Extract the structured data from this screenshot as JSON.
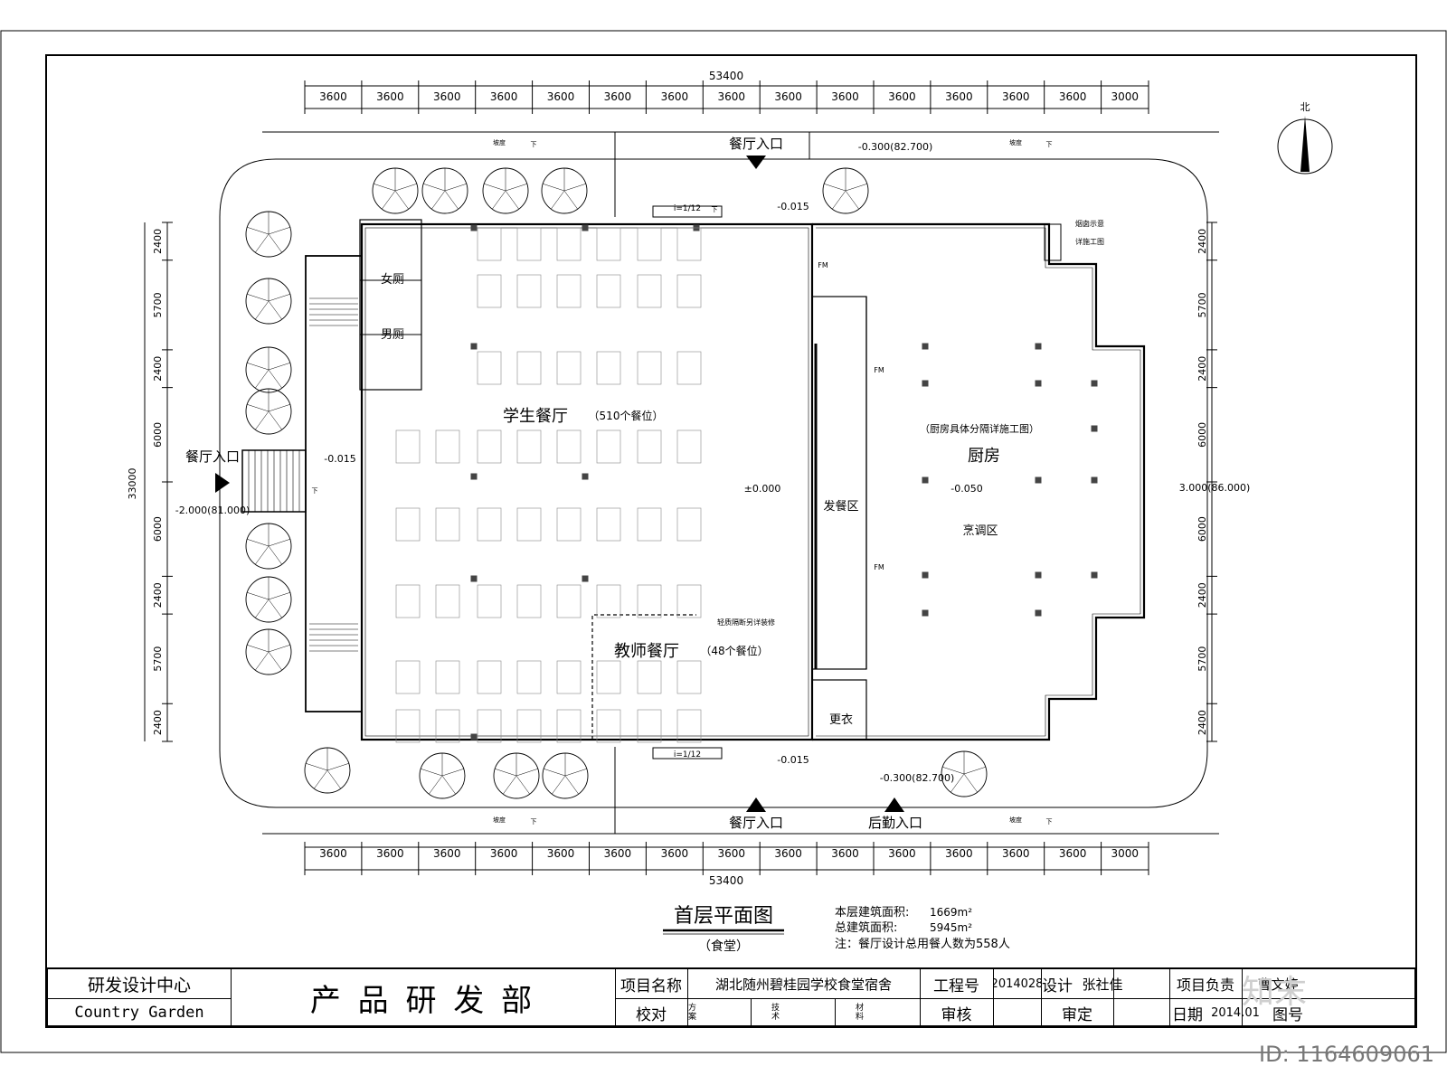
{
  "dimensions": {
    "total": "53400",
    "bays": [
      "3600",
      "3600",
      "3600",
      "3600",
      "3600",
      "3600",
      "3600",
      "3600",
      "3600",
      "3600",
      "3600",
      "3600",
      "3600",
      "3600",
      "3000"
    ],
    "vertical_total": "33000",
    "left_bays": [
      "2400",
      "5700",
      "2400",
      "6000",
      "6000",
      "2400",
      "5700",
      "2400"
    ],
    "right_bays": [
      "2400",
      "5700",
      "2400",
      "6000",
      "6000",
      "2400",
      "5700",
      "2400"
    ]
  },
  "north_label": "北",
  "entrances": {
    "top": "餐厅入口",
    "left": "餐厅入口",
    "bottom": "餐厅入口",
    "service": "后勤入口"
  },
  "elevations": {
    "top_right": "-0.300(82.700)",
    "bottom_right": "-0.300(82.700)",
    "left": "-2.000(81.000)",
    "right": "3.000(86.000)",
    "main_floor": "±0.000",
    "kitchen": "-0.050",
    "top_door": "-0.015",
    "bottom_door": "-0.015",
    "left_door": "-0.015"
  },
  "ramps": {
    "top": "i=1/12",
    "bottom": "i=1/12"
  },
  "slope_labels": [
    "坡度",
    "坡度",
    "坡度",
    "坡度"
  ],
  "down_marks": [
    "下",
    "下",
    "下",
    "下",
    "下",
    "下"
  ],
  "rooms": {
    "women": "女厕",
    "men": "男厕",
    "student_dining": "学生餐厅",
    "student_seats": "（510个餐位）",
    "teacher_dining": "教师餐厅",
    "teacher_seats": "（48个餐位）",
    "partition_note": "轻质隔断另详装修",
    "serving": "发餐区",
    "kitchen_note": "（厨房具体分隔详施工图）",
    "kitchen": "厨房",
    "cooking": "烹调区",
    "changing": "更衣",
    "chimney_note_1": "烟囱示意",
    "chimney_note_2": "详施工图"
  },
  "fm_marks": [
    "FM",
    "FM",
    "FM"
  ],
  "drawing": {
    "title": "首层平面图",
    "subtitle": "（食堂）",
    "area_floor_label": "本层建筑面积:",
    "area_floor_value": "1669m²",
    "area_total_label": "总建筑面积:",
    "area_total_value": "5945m²",
    "note": "注：餐厅设计总用餐人数为558人"
  },
  "title_block": {
    "org_cn": "研发设计中心",
    "org_en": "Country Garden",
    "dept": "产 品 研 发 部",
    "project_label": "项目名称",
    "project_value": "湖北随州碧桂园学校食堂宿舍",
    "job_label": "工程号",
    "job_value": "2014028",
    "design_label": "设计",
    "design_value": "张社佳",
    "lead_label": "项目负责",
    "lead_value": "曹文婷",
    "check_label": "校对",
    "scheme_label": "方案",
    "tech_label": "技术",
    "material_label": "材料",
    "review_label": "审核",
    "approve_label": "审定",
    "date_label": "日期",
    "date_value": "2014.01",
    "sheet_label": "图号"
  },
  "brand": "知末",
  "image_id": "ID: 1164609061"
}
